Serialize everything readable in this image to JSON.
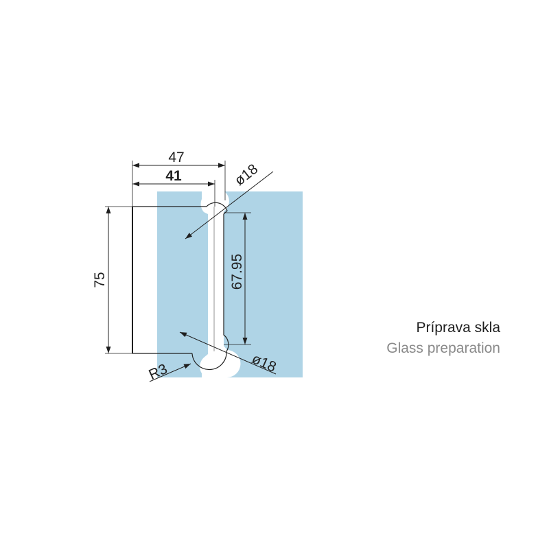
{
  "colors": {
    "glass": "#afd4e6",
    "line": "#1f1f1f",
    "title": "#1e1e1e",
    "subtitle": "#8a8a8a"
  },
  "dimensions": {
    "overall_width": "47",
    "cutout_width": "41",
    "top_hole_diameter": "ø18",
    "bottom_hole_diameter": "ø18",
    "height": "75",
    "hole_spacing": "67.95",
    "corner_radius": "R3"
  },
  "caption": {
    "title": "Príprava skla",
    "subtitle": "Glass preparation"
  }
}
